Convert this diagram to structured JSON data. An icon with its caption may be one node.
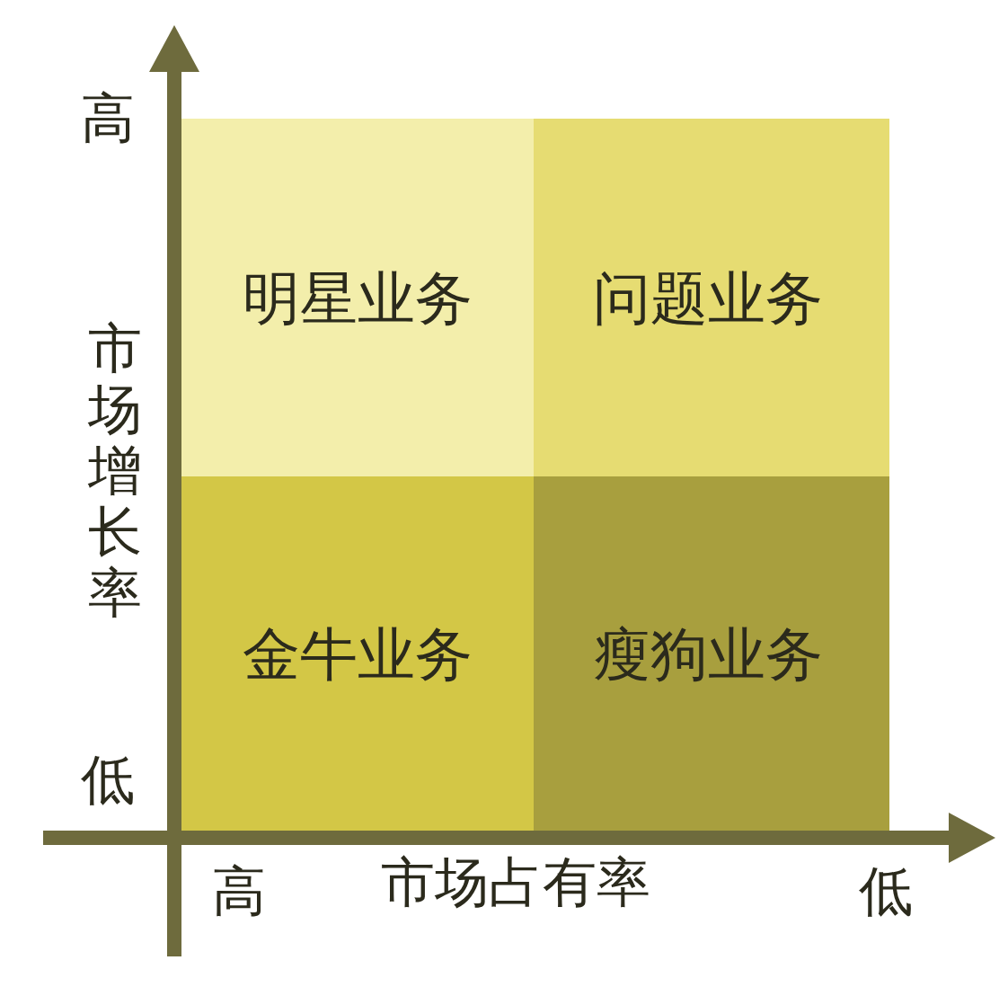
{
  "diagram": {
    "nodes": [
      {
        "text": [
          "明星业务"
        ]
      },
      {
        "text": [
          "问题业务"
        ]
      },
      {
        "text": [
          "金牛业务"
        ]
      },
      {
        "text": [
          "瘦狗业务"
        ]
      }
    ],
    "labels": [
      "高",
      "市场增长率",
      "低",
      "高",
      "市场占有率",
      "低"
    ]
  }
}
